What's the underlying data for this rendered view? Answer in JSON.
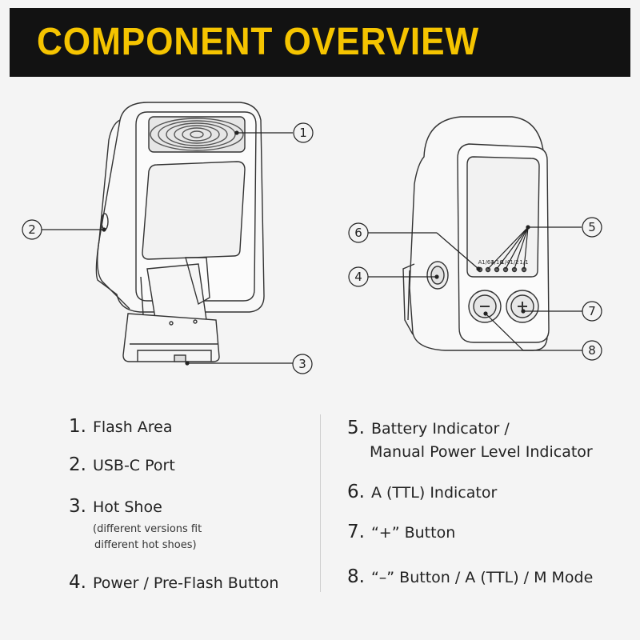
{
  "header": {
    "title": "COMPONENT OVERVIEW"
  },
  "colors": {
    "banner_bg": "#121212",
    "title_yellow": "#f5c400",
    "line": "#222222"
  },
  "callouts": [
    "1",
    "2",
    "3",
    "4",
    "5",
    "6",
    "7",
    "8"
  ],
  "device": {
    "led_labels": [
      "A",
      "1/64",
      "1/16",
      "1/4",
      "1/2",
      "1/1"
    ]
  },
  "legend": {
    "left": [
      {
        "num": "1.",
        "text": "Flash Area"
      },
      {
        "num": "2.",
        "text": "USB-C Port"
      },
      {
        "num": "3.",
        "text": "Hot Shoe",
        "note": [
          "(different versions fit",
          "different hot shoes)"
        ]
      },
      {
        "num": "4.",
        "text": "Power / Pre-Flash Button"
      }
    ],
    "right": [
      {
        "num": "5.",
        "text": "Battery Indicator /",
        "text2": "Manual Power Level Indicator"
      },
      {
        "num": "6.",
        "text": "A (TTL) Indicator"
      },
      {
        "num": "7.",
        "text": "“+” Button"
      },
      {
        "num": "8.",
        "text": "“–” Button / A (TTL) / M Mode"
      }
    ]
  }
}
